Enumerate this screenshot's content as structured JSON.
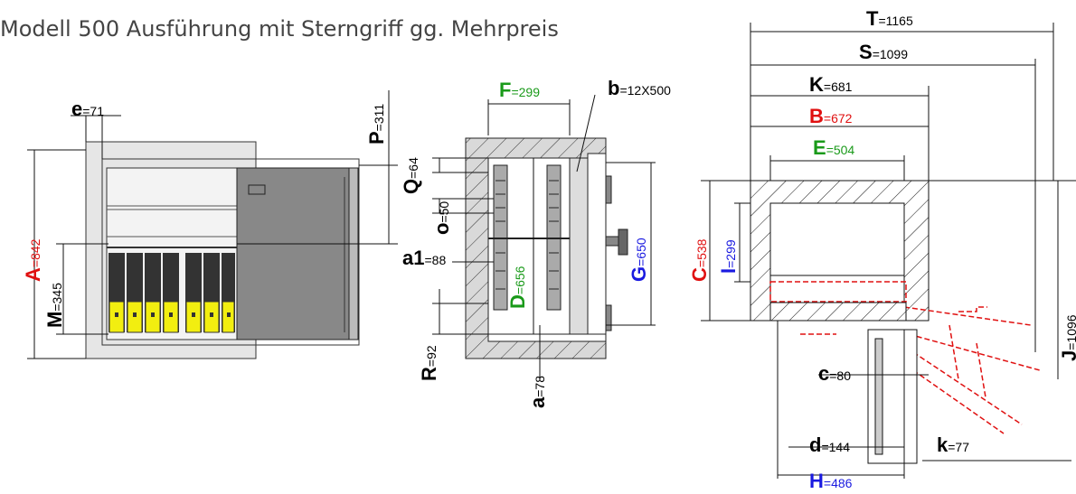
{
  "title": "Modell 500 Ausführung mit Sterngriff gg. Mehrpreis",
  "colors": {
    "black": "#111111",
    "red": "#e01010",
    "green": "#1a9a1a",
    "blue": "#1a1ae0",
    "yellow": "#f2ee10",
    "gray": "#8a8a8a",
    "light": "#e6e6e6"
  },
  "dims": {
    "e": {
      "letter": "e",
      "value": "=71"
    },
    "A": {
      "letter": "A",
      "value": "=842"
    },
    "M": {
      "letter": "M",
      "value": "=345"
    },
    "P": {
      "letter": "P",
      "value": "=311"
    },
    "Q": {
      "letter": "Q",
      "value": "=64"
    },
    "o": {
      "letter": "o",
      "value": "=50"
    },
    "a1": {
      "letter": "a1",
      "value": "=88"
    },
    "R": {
      "letter": "R",
      "value": "=92"
    },
    "a": {
      "letter": "a",
      "value": "=78"
    },
    "F": {
      "letter": "F",
      "value": "=299"
    },
    "b": {
      "letter": "b",
      "value": "=12X500"
    },
    "D": {
      "letter": "D",
      "value": "=656"
    },
    "G": {
      "letter": "G",
      "value": "=650"
    },
    "T": {
      "letter": "T",
      "value": "=1165"
    },
    "S": {
      "letter": "S",
      "value": "=1099"
    },
    "K": {
      "letter": "K",
      "value": "=681"
    },
    "B": {
      "letter": "B",
      "value": "=672"
    },
    "E": {
      "letter": "E",
      "value": "=504"
    },
    "C": {
      "letter": "C",
      "value": "=538"
    },
    "I": {
      "letter": "I",
      "value": "=299"
    },
    "J": {
      "letter": "J",
      "value": "=1096"
    },
    "c": {
      "letter": "c",
      "value": "=80"
    },
    "d": {
      "letter": "d",
      "value": "=144"
    },
    "k": {
      "letter": "k",
      "value": "=77"
    },
    "H": {
      "letter": "H",
      "value": "=486"
    }
  }
}
